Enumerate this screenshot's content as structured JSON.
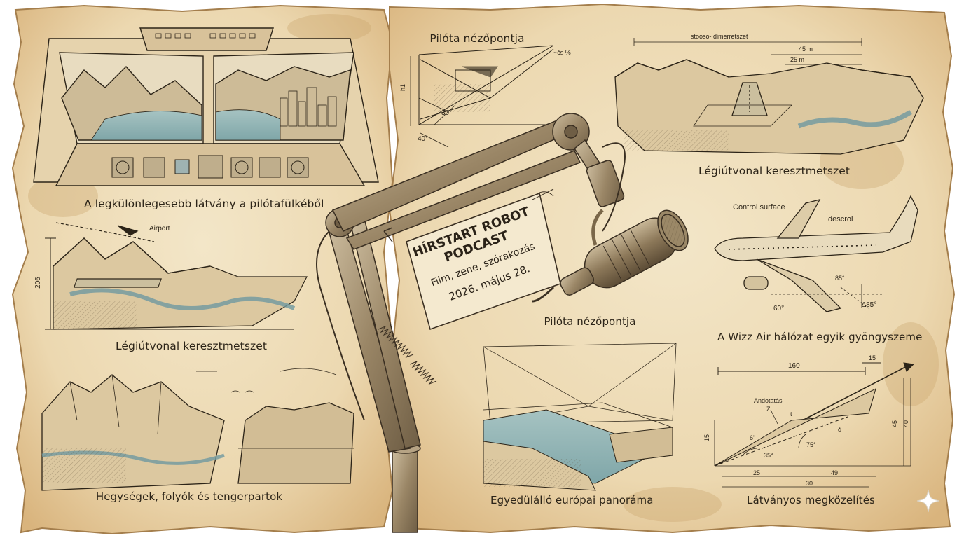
{
  "sign": {
    "title_line1": "HÍRSTART ROBOT",
    "title_line2": "PODCAST",
    "subtitle": "Film, zene, szórakozás",
    "date": "2026. május 28."
  },
  "captions": {
    "cockpit": "A legkülönlegesebb látvány a pilótafülkéből",
    "pilot_view_top": "Pilóta nézőpontja",
    "pilot_view_mid": "Pilóta nézőpontja",
    "route_section_top": "Légiútvonal keresztmetszet",
    "route_section_left": "Légiútvonal keresztmetszet",
    "wizz": "A Wizz Air hálózat egyik gyöngyszeme",
    "mountains": "Hegységek, folyók és tengerpartok",
    "panorama": "Egyedülálló európai panoráma",
    "approach": "Látványos megközelítés"
  },
  "labels": {
    "airport": "Airport",
    "alt_206": "206",
    "control_surface": "Control surface",
    "descrol": "descrol",
    "deg_85": "85°",
    "deg_60": "60°",
    "delta_85": "∆85°",
    "dim_title": "stooso- dimerretszet",
    "dim_45m": "45 m",
    "dim_25m": "25 m",
    "pv_30": "30°",
    "pv_40": "40°",
    "pv_h1": "h1",
    "pv_pct": "~čs %",
    "ap_160": "160",
    "ap_15a": "15",
    "ap_andotatas": "Andotatás",
    "ap_z": "Z",
    "ap_t": "t",
    "ap_6": "6'",
    "ap_delta": "δ",
    "ap_75": "75°",
    "ap_35": "35°",
    "ap_15b": "15",
    "ap_45": "45",
    "ap_40": "40",
    "ap_25": "25",
    "ap_49": "49",
    "ap_30": "30"
  },
  "colors": {
    "paper": "#eedcb8",
    "paper_edge": "#c9a36a",
    "ink": "#2c2418",
    "water": "#8fb3b5",
    "metal": "#a7957a"
  },
  "icons": [
    "sparkle-icon"
  ]
}
